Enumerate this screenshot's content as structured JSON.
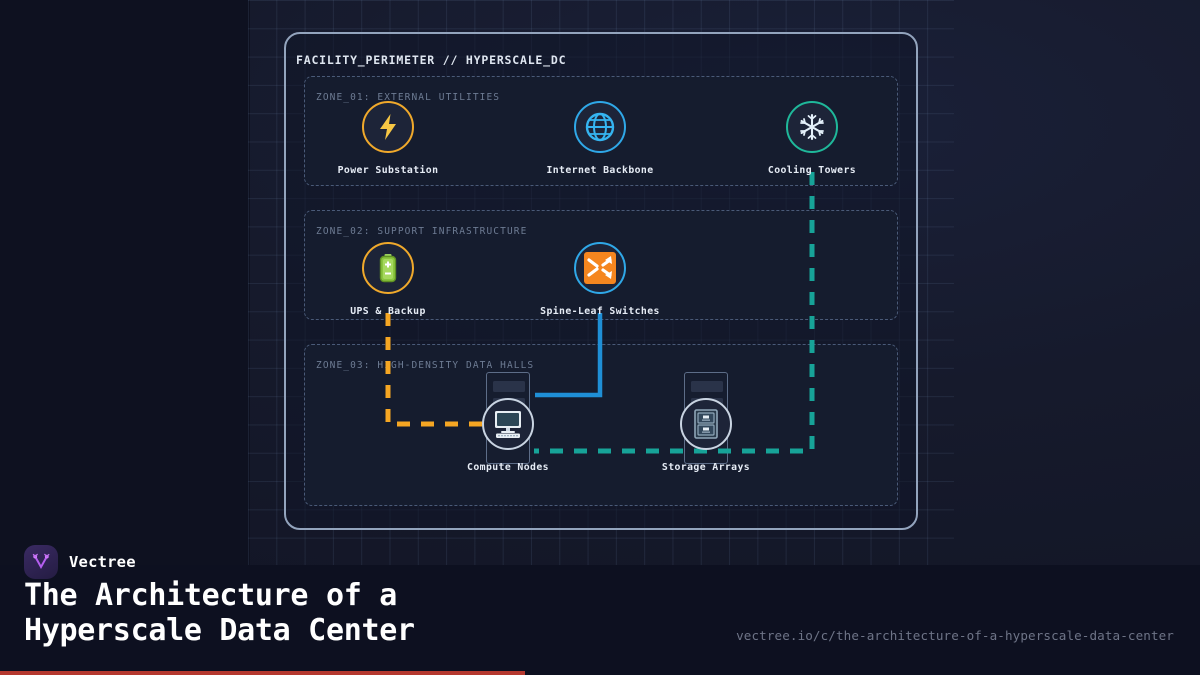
{
  "diagram": {
    "perimeter_label": "FACILITY_PERIMETER // HYPERSCALE_DC",
    "zones": [
      {
        "id": "zone_01",
        "label": "ZONE_01: EXTERNAL UTILITIES",
        "nodes": [
          {
            "label": "Power Substation",
            "icon": "lightning-bolt-icon",
            "ring_color": "#f0a92b",
            "glyph_color": "#f5c542"
          },
          {
            "label": "Internet Backbone",
            "icon": "globe-icon",
            "ring_color": "#2fa8e8",
            "glyph_color": "#35b4f0"
          },
          {
            "label": "Cooling Towers",
            "icon": "snowflake-icon",
            "ring_color": "#1fb89a",
            "glyph_color": "#dbe9f5"
          }
        ]
      },
      {
        "id": "zone_02",
        "label": "ZONE_02: SUPPORT INFRASTRUCTURE",
        "nodes": [
          {
            "label": "UPS & Backup",
            "icon": "battery-icon",
            "ring_color": "#f0a92b",
            "glyph_color": "#7fc241"
          },
          {
            "label": "Spine-Leaf Switches",
            "icon": "shuffle-icon",
            "ring_color": "#2fa8e8",
            "glyph_color": "#f5861f"
          }
        ]
      },
      {
        "id": "zone_03",
        "label": "ZONE_03: HIGH-DENSITY DATA HALLS",
        "nodes": [
          {
            "label": "Compute Nodes",
            "icon": "desktop-computer-icon",
            "ring_color": "#c9d4e2",
            "glyph_color": "#cfe0ee"
          },
          {
            "label": "Storage Arrays",
            "icon": "file-cabinet-icon",
            "ring_color": "#c9d4e2",
            "glyph_color": "#9fb4c6"
          }
        ]
      }
    ],
    "connections": [
      {
        "name": "power-feed",
        "from": "UPS & Backup",
        "to": "Compute Nodes",
        "color": "#f5a623",
        "style": "dashed"
      },
      {
        "name": "network-link",
        "from": "Spine-Leaf Switches",
        "to": "Compute Nodes",
        "color": "#1f8fd6",
        "style": "solid"
      },
      {
        "name": "cooling-loop",
        "from": "Cooling Towers",
        "to": "Compute Nodes",
        "color": "#17a398",
        "style": "dashed"
      }
    ]
  },
  "footer": {
    "brand_name": "Vectree",
    "headline_line1": "The Architecture of a",
    "headline_line2": "Hyperscale Data Center",
    "url": "vectree.io/c/the-architecture-of-a-hyperscale-data-center"
  },
  "colors": {
    "page_bg": "#14182a",
    "zone_bg": "#151c2e",
    "perimeter_border": "#93a4bd",
    "zone_border": "#4a5a78",
    "accent_bar": "#b5382f",
    "brand_glyph": "#c06ef0"
  }
}
